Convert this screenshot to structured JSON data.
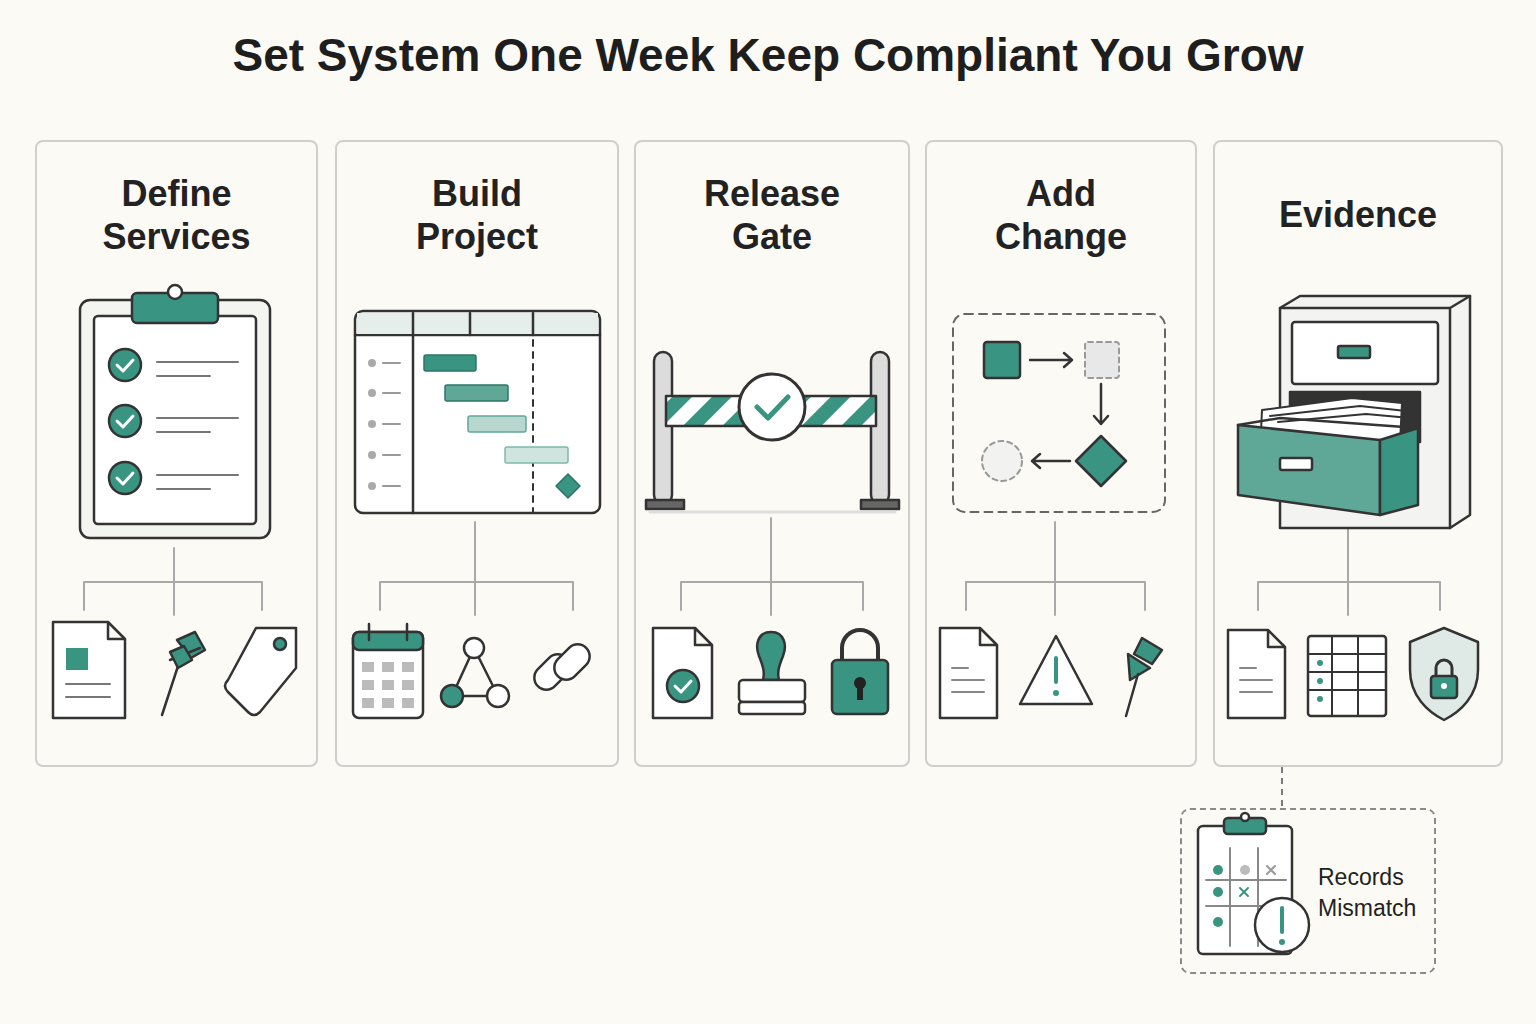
{
  "diagram": {
    "title": "Set System One Week Keep Compliant You Grow",
    "nodes": [
      {
        "text": [
          "Define Services"
        ]
      },
      {
        "text": [
          "Build Project"
        ]
      },
      {
        "text": [
          "Release Gate"
        ]
      },
      {
        "text": [
          "Add Change"
        ]
      },
      {
        "text": [
          "Evidence"
        ]
      },
      {
        "text": [
          "Records Mismatch"
        ]
      }
    ],
    "edges": [
      {
        "from": 4,
        "to": 5,
        "arrow": "none"
      }
    ]
  }
}
